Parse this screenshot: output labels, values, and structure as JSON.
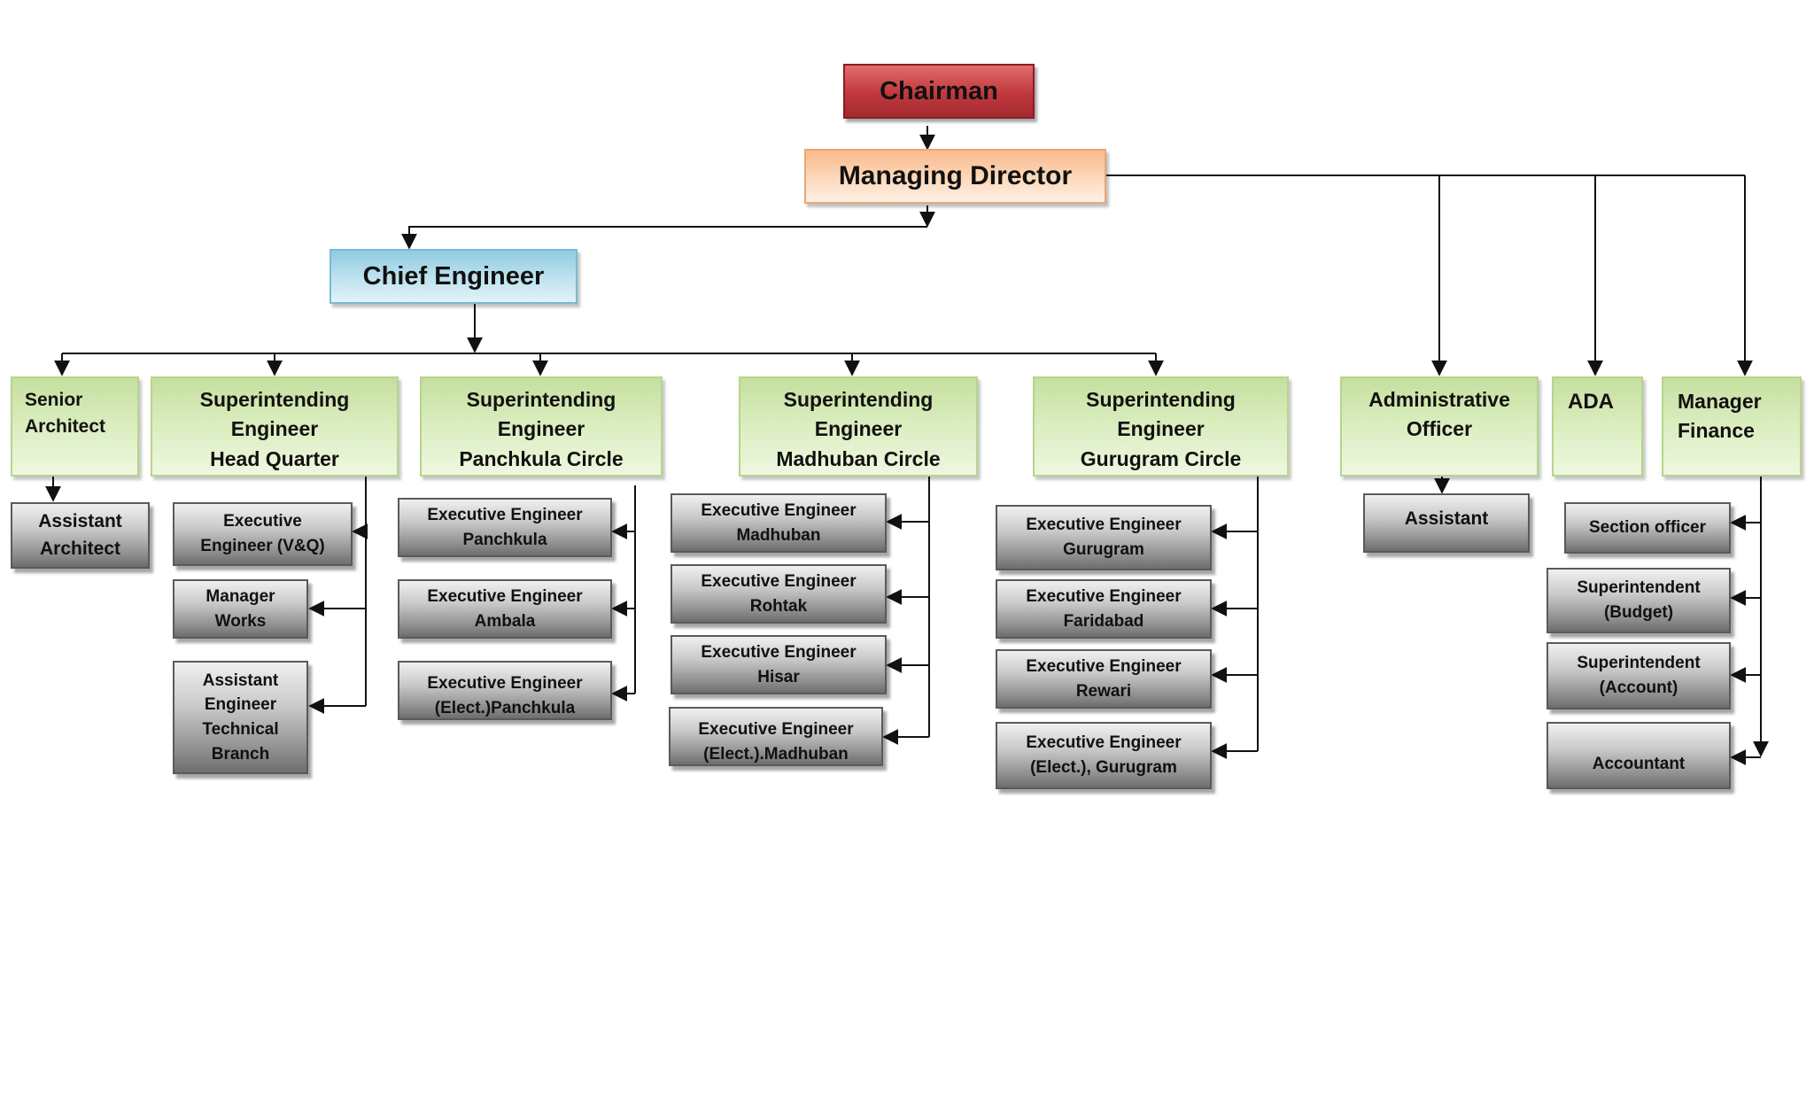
{
  "chart": {
    "chairman": "Chairman",
    "managing_director": "Managing Director",
    "chief_engineer": "Chief Engineer",
    "senior_architect": "Senior\nArchitect",
    "assistant_architect": "Assistant\nArchitect",
    "se_head_quarter": "Superintending\nEngineer\nHead Quarter",
    "ee_vq": "Executive\nEngineer (V&Q)",
    "manager_works": "Manager\nWorks",
    "ae_technical_branch": "Assistant\nEngineer\nTechnical\nBranch",
    "se_panchkula": "Superintending\nEngineer\nPanchkula Circle",
    "ee_panchkula": "Executive Engineer\nPanchkula",
    "ee_ambala": "Executive Engineer\nAmbala",
    "ee_elect_panchkula": "Executive Engineer\n(Elect.)Panchkula",
    "se_madhuban": "Superintending\nEngineer\nMadhuban Circle",
    "ee_madhuban": "Executive Engineer\nMadhuban",
    "ee_rohtak": "Executive Engineer\nRohtak",
    "ee_hisar": "Executive Engineer\nHisar",
    "ee_elect_madhuban": "Executive Engineer\n(Elect.).Madhuban",
    "se_gurugram": "Superintending\nEngineer\nGurugram Circle",
    "ee_gurugram": "Executive Engineer\nGurugram",
    "ee_faridabad": "Executive Engineer\nFaridabad",
    "ee_rewari": "Executive Engineer\nRewari",
    "ee_elect_gurugram": "Executive Engineer\n(Elect.), Gurugram",
    "administrative_officer": "Administrative\nOfficer",
    "assistant": "Assistant",
    "ada": "ADA",
    "manager_finance": "Manager\nFinance",
    "section_officer": "Section officer",
    "superintendent_budget": "Superintendent\n(Budget)",
    "superintendent_account": "Superintendent\n(Account)",
    "accountant": "Accountant"
  }
}
